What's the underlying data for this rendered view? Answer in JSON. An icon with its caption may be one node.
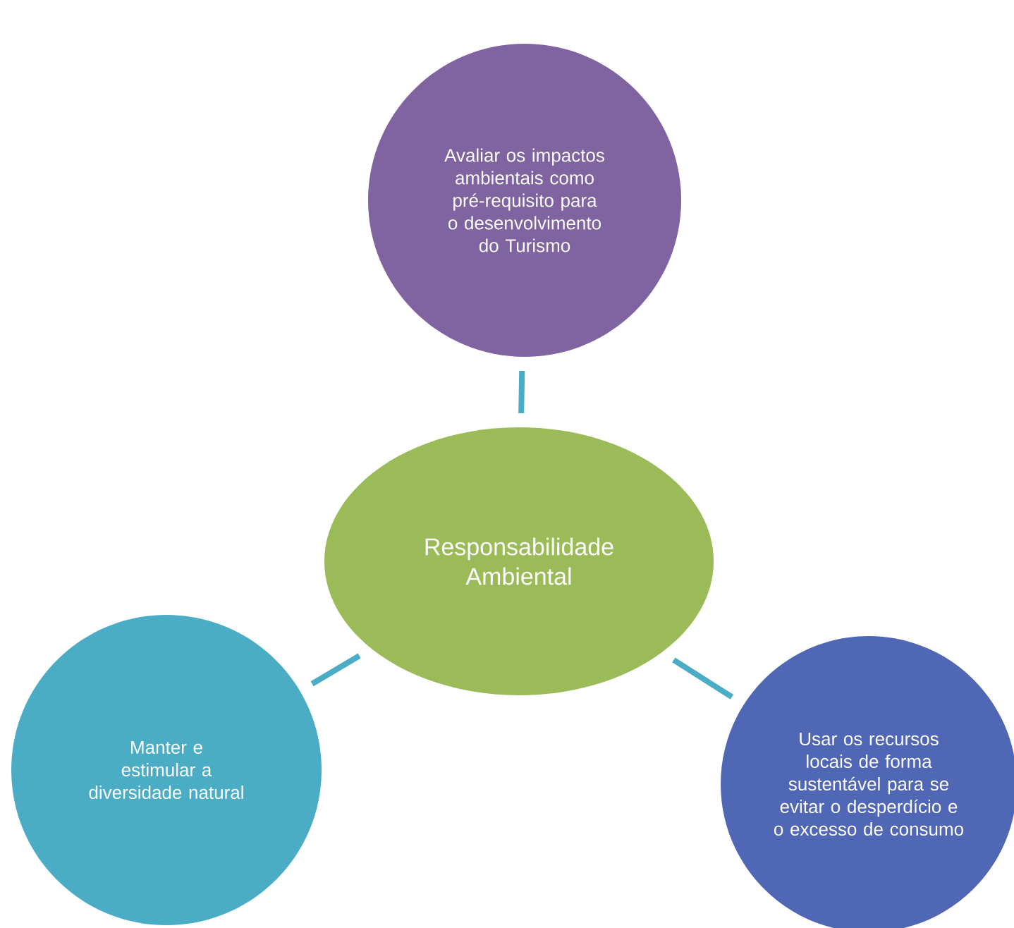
{
  "diagram": {
    "nodes": [
      {
        "text": [
          "Responsabilidade Ambiental"
        ]
      },
      {
        "text": [
          "Avaliar os impactos ambientais como pré-requisito para o desenvolvimento do Turismo"
        ]
      },
      {
        "text": [
          "Manter e estimular a diversidade natural"
        ]
      },
      {
        "text": [
          "Usar os recursos locais de forma sustentável para se evitar o desperdício e o excesso de consumo"
        ]
      }
    ],
    "edges": [
      {
        "from": 0,
        "to": 1,
        "arrow": "none"
      },
      {
        "from": 0,
        "to": 2,
        "arrow": "none"
      },
      {
        "from": 0,
        "to": 3,
        "arrow": "none"
      }
    ]
  }
}
